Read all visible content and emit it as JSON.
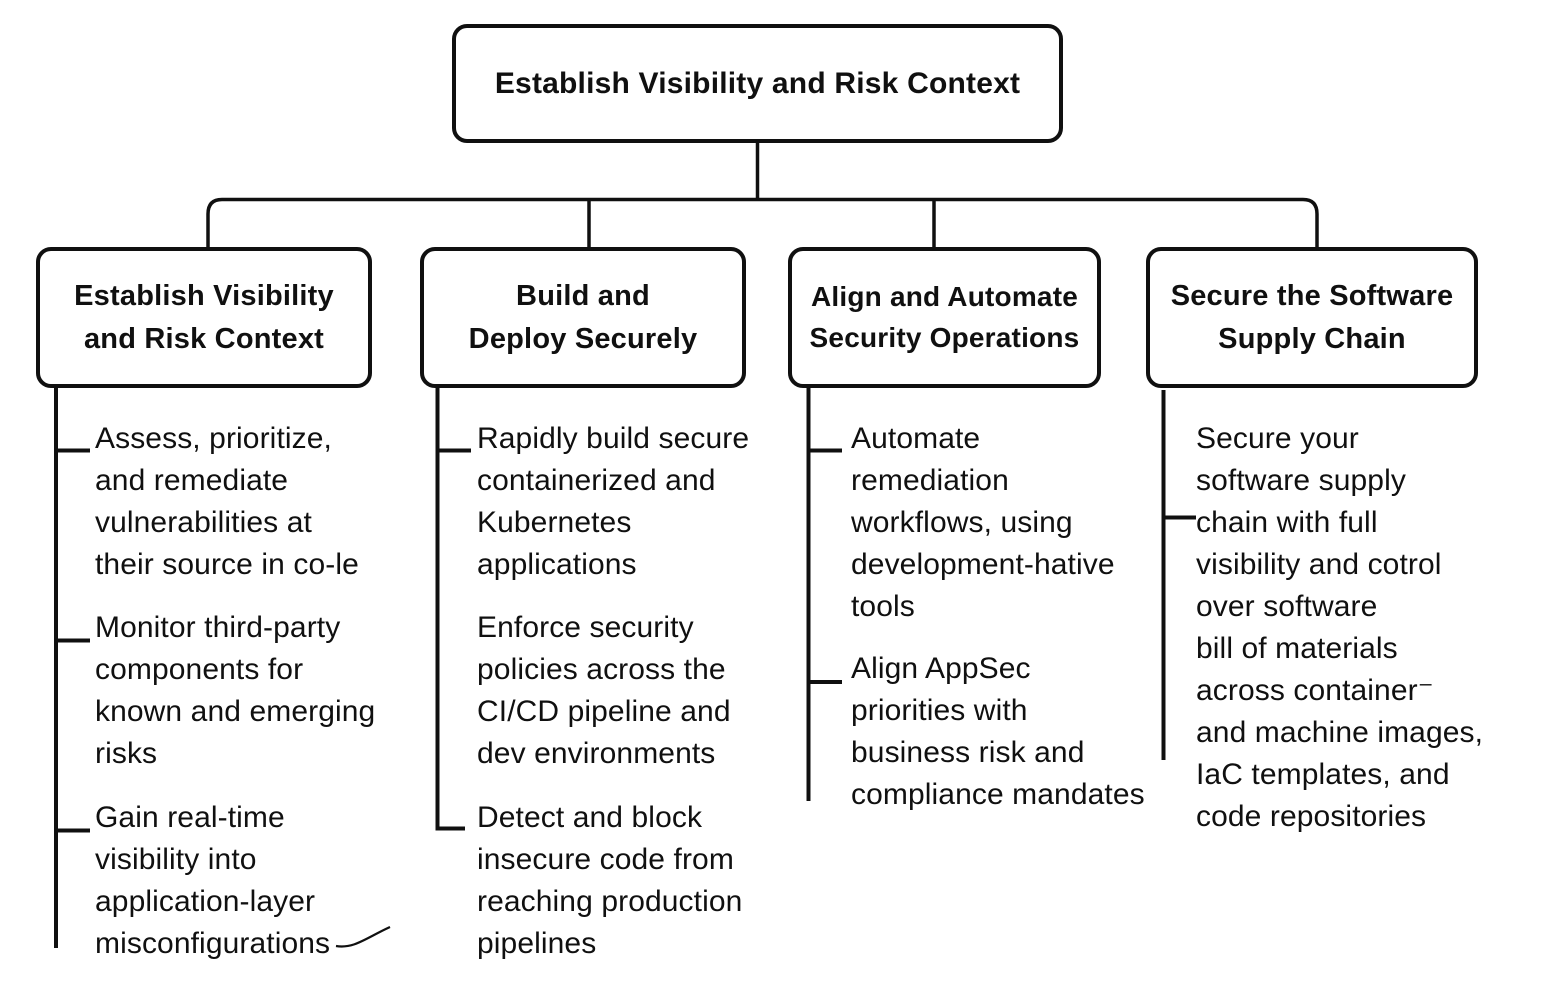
{
  "colors": {
    "ink": "#101010",
    "background": "#ffffff"
  },
  "root": {
    "title": "Establish Visibility and Risk Context"
  },
  "columns": [
    {
      "title": "Establish Visibility\nand Risk Context",
      "items": [
        {
          "text": "Assess, prioritize,\nand remediate\nvulnerabilities at\ntheir source in co-le"
        },
        {
          "text": "Monitor third-party\ncomponents for\nknown and emerging\nrisks"
        },
        {
          "text": "Gain real-time\nvisibility into\napplication-layer\nmisconfigurations"
        }
      ]
    },
    {
      "title": "Build and\nDeploy Securely",
      "items": [
        {
          "text": "Rapidly build secure\ncontainerized and\nKubernetes\napplications"
        },
        {
          "text": "Enforce security\npolicies across the\nCI/CD pipeline and\ndev environments"
        },
        {
          "text": "Detect and block\ninsecure code from\nreaching production\npipelines"
        }
      ]
    },
    {
      "title": "Align and Automate\nSecurity Operations",
      "items": [
        {
          "text": "Automate\nremediation\nworkflows, using\ndevelopment-hative\ntools"
        },
        {
          "text": "Align AppSec\npriorities with\nbusiness risk and\ncompliance mandates"
        }
      ]
    },
    {
      "title": "Secure the Software\nSupply Chain",
      "items": [
        {
          "text": "Secure your\nsoftware supply\nchain with full\nvisibility and cotrol\nover software\nbill of materials\nacross container⁻\nand machine images,\nIaC templates, and\ncode repositories"
        }
      ]
    }
  ]
}
